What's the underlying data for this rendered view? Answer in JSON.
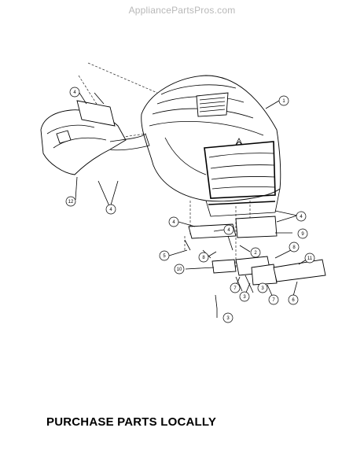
{
  "watermark": "AppliancePartsPros.com",
  "footer_text": "PURCHASE PARTS LOCALLY",
  "callouts": {
    "c1": "1",
    "c2": "2",
    "c3a": "3",
    "c3b": "3",
    "c3c": "3",
    "c4a": "4",
    "c4b": "4",
    "c4c": "4",
    "c4d": "4",
    "c4e": "4",
    "c5": "5",
    "c6": "6",
    "c7a": "7",
    "c7b": "7",
    "c8a": "8",
    "c8b": "8",
    "c9": "9",
    "c10": "10",
    "c11": "11",
    "c12": "12"
  }
}
